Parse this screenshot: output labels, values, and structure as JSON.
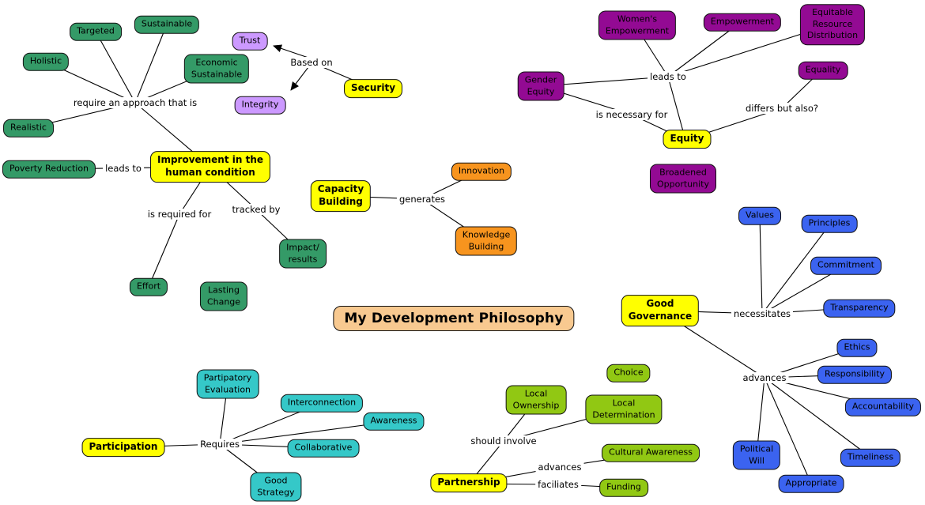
{
  "palette": {
    "green": "#349A67",
    "yellow": "#FFFF00",
    "violet": "#CC99FF",
    "magenta": "#930A93",
    "orange": "#F7941E",
    "blue": "#3B63F0",
    "teal": "#35C8C8",
    "lime": "#91C813",
    "peach": "#F8C990",
    "line": "#000000",
    "background": "#FFFFFF"
  },
  "title": {
    "label": "My Development Philosophy"
  },
  "nodes": {
    "targeted": {
      "label": "Targeted"
    },
    "sustainable": {
      "label": "Sustainable"
    },
    "holistic": {
      "label": "Holistic"
    },
    "economic_sustainable": {
      "label": "Economic\nSustainable"
    },
    "realistic": {
      "label": "Realistic"
    },
    "poverty_reduction": {
      "label": "Poverty Reduction"
    },
    "improvement": {
      "label": "Improvement in the\nhuman condition"
    },
    "trust": {
      "label": "Trust"
    },
    "integrity": {
      "label": "Integrity"
    },
    "security": {
      "label": "Security"
    },
    "womens_empowerment": {
      "label": "Women's\nEmpowerment"
    },
    "empowerment": {
      "label": "Empowerment"
    },
    "equitable_resource_distribution": {
      "label": "Equitable\nResource\nDistribution"
    },
    "gender_equity": {
      "label": "Gender\nEquity"
    },
    "equality": {
      "label": "Equality"
    },
    "equity": {
      "label": "Equity"
    },
    "broadened_opportunity": {
      "label": "Broadened\nOpportunity"
    },
    "capacity_building": {
      "label": "Capacity\nBuilding"
    },
    "innovation": {
      "label": "Innovation"
    },
    "knowledge_building": {
      "label": "Knowledge\nBuilding"
    },
    "impact_results": {
      "label": "Impact/\nresults"
    },
    "effort": {
      "label": "Effort"
    },
    "lasting_change": {
      "label": "Lasting\nChange"
    },
    "values": {
      "label": "Values"
    },
    "principles": {
      "label": "Principles"
    },
    "commitment": {
      "label": "Commitment"
    },
    "transparency": {
      "label": "Transparency"
    },
    "good_governance": {
      "label": "Good\nGovernance"
    },
    "ethics": {
      "label": "Ethics"
    },
    "responsibility": {
      "label": "Responsibility"
    },
    "accountability": {
      "label": "Accountability"
    },
    "political_will": {
      "label": "Political\nWill"
    },
    "appropriate": {
      "label": "Appropriate"
    },
    "timeliness": {
      "label": "Timeliness"
    },
    "partipatory_evaluation": {
      "label": "Partipatory\nEvaluation"
    },
    "interconnection": {
      "label": "Interconnection"
    },
    "awareness": {
      "label": "Awareness"
    },
    "participation": {
      "label": "Participation"
    },
    "collaborative": {
      "label": "Collaborative"
    },
    "good_strategy": {
      "label": "Good\nStrategy"
    },
    "choice": {
      "label": "Choice"
    },
    "local_ownership": {
      "label": "Local\nOwnership"
    },
    "local_determination": {
      "label": "Local\nDetermination"
    },
    "cultural_awareness": {
      "label": "Cultural Awareness"
    },
    "partnership": {
      "label": "Partnership"
    },
    "funding": {
      "label": "Funding"
    }
  },
  "linking_phrases": {
    "require_approach": "require an approach that is",
    "leads_to_improvement": "leads to",
    "based_on": "Based on",
    "leads_to_equity": "leads to",
    "is_necessary_for": "is necessary for",
    "differs_but_also": "differs but also?",
    "generates": "generates",
    "is_required_for": "is required for",
    "tracked_by": "tracked by",
    "necessitates": "necessitates",
    "advances_governance": "advances",
    "requires": "Requires",
    "should_involve": "should involve",
    "advances_partnership": "advances",
    "faciliates": "faciliates"
  }
}
